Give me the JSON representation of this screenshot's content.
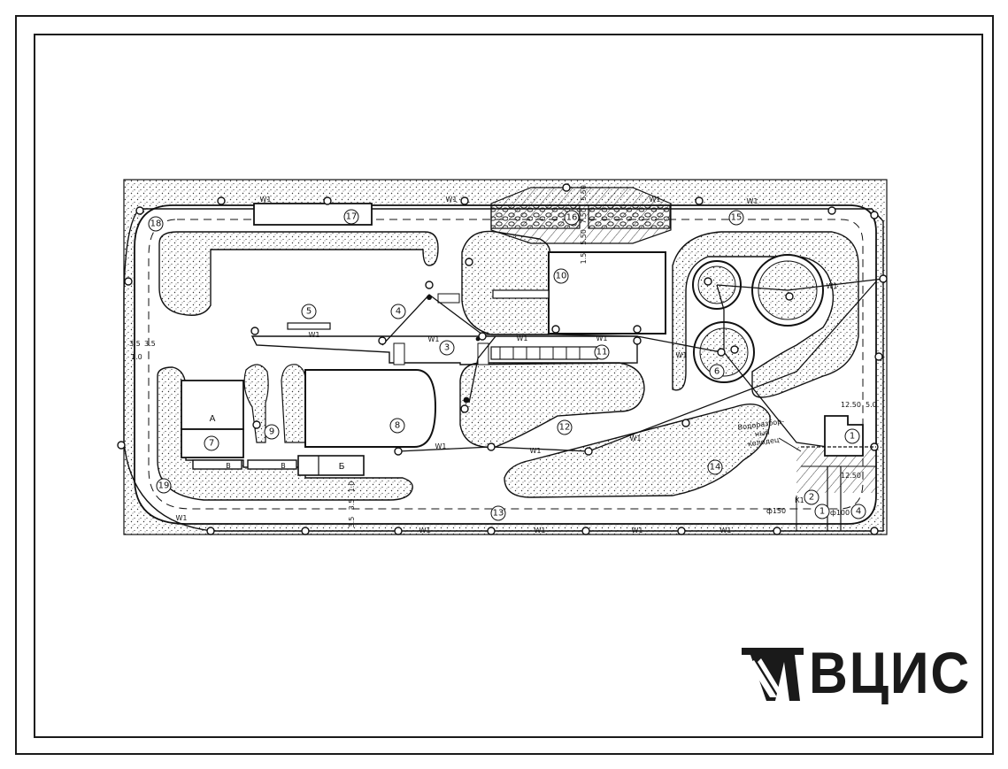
{
  "labels": {
    "zones": [
      "1",
      "2",
      "3",
      "4",
      "5",
      "6",
      "7",
      "8",
      "9",
      "10",
      "11",
      "12",
      "13",
      "14",
      "15",
      "16",
      "17",
      "18",
      "19"
    ],
    "letters": {
      "a": "А",
      "b": "Б",
      "v": "В"
    },
    "pipe": "W1",
    "well_caption": [
      "Водоразбор-",
      "ный",
      "колодец"
    ],
    "k1": "К1",
    "pipe_150": "ф150",
    "pipe_100": "ф100",
    "dims": {
      "d1": "3.5",
      "d2": "3.5",
      "d3": "1.0",
      "d4": "5.50",
      "d5": "7.50",
      "d6": "5.50",
      "d7": "12.50",
      "d8": "5.0",
      "d9": "12.50",
      "d10": "1.5",
      "d11": "3.5",
      "d12": "3.5",
      "d13": "1.0"
    }
  },
  "logo": {
    "text": "ВЦИС"
  },
  "colors": {
    "ink": "#1a1a1a",
    "paper": "#ffffff",
    "stipple": "#333333"
  }
}
